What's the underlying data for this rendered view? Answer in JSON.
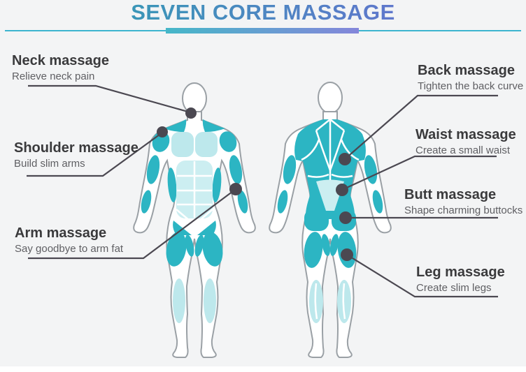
{
  "title": "SEVEN CORE MASSAGE",
  "annotations": {
    "left": [
      {
        "heading": "Neck massage",
        "sub": "Relieve neck pain"
      },
      {
        "heading": "Shoulder massage",
        "sub": "Build slim arms"
      },
      {
        "heading": "Arm massage",
        "sub": "Say goodbye to arm fat"
      }
    ],
    "right": [
      {
        "heading": "Back massage",
        "sub": "Tighten the back curve"
      },
      {
        "heading": "Waist massage",
        "sub": "Create a small waist"
      },
      {
        "heading": "Butt massage",
        "sub": "Shape charming buttocks"
      },
      {
        "heading": "Leg massage",
        "sub": "Create slim legs"
      }
    ]
  },
  "colors": {
    "title_gradient_start": "#2f9fb1",
    "title_gradient_end": "#6a6ed2",
    "underline_thin": "#3cb4cf",
    "muscle_teal": "#2cb5c3",
    "muscle_light_cyan": "#bde8ec",
    "abs_light": "#cceef1",
    "body_outline": "#9aa0a5",
    "marker_and_line": "#4b4851",
    "background": "#f3f4f5"
  }
}
